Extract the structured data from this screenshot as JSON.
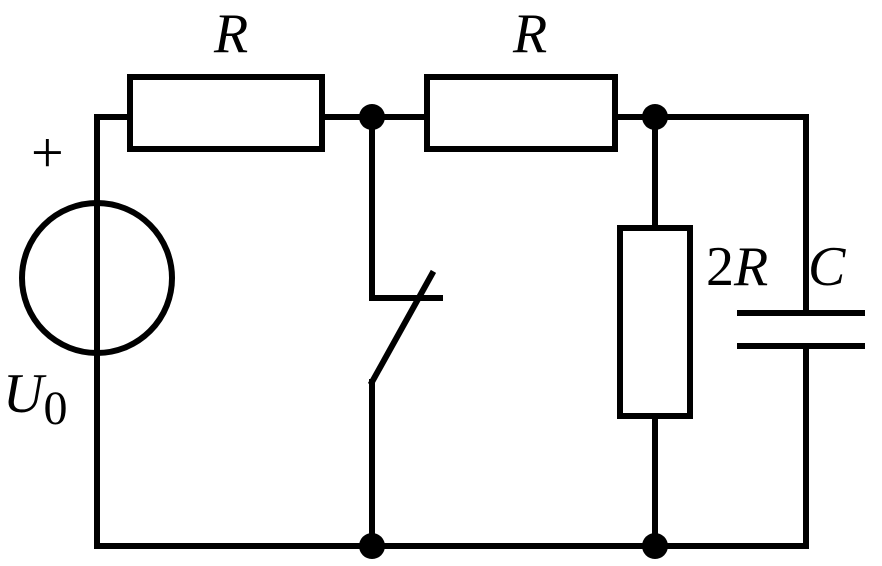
{
  "diagram": {
    "labels": {
      "r1": "R",
      "r2": "R",
      "r3_coef": "2",
      "r3_sym": "R",
      "cap": "C",
      "source_sym": "U",
      "source_sub": "0",
      "plus": "+"
    }
  }
}
